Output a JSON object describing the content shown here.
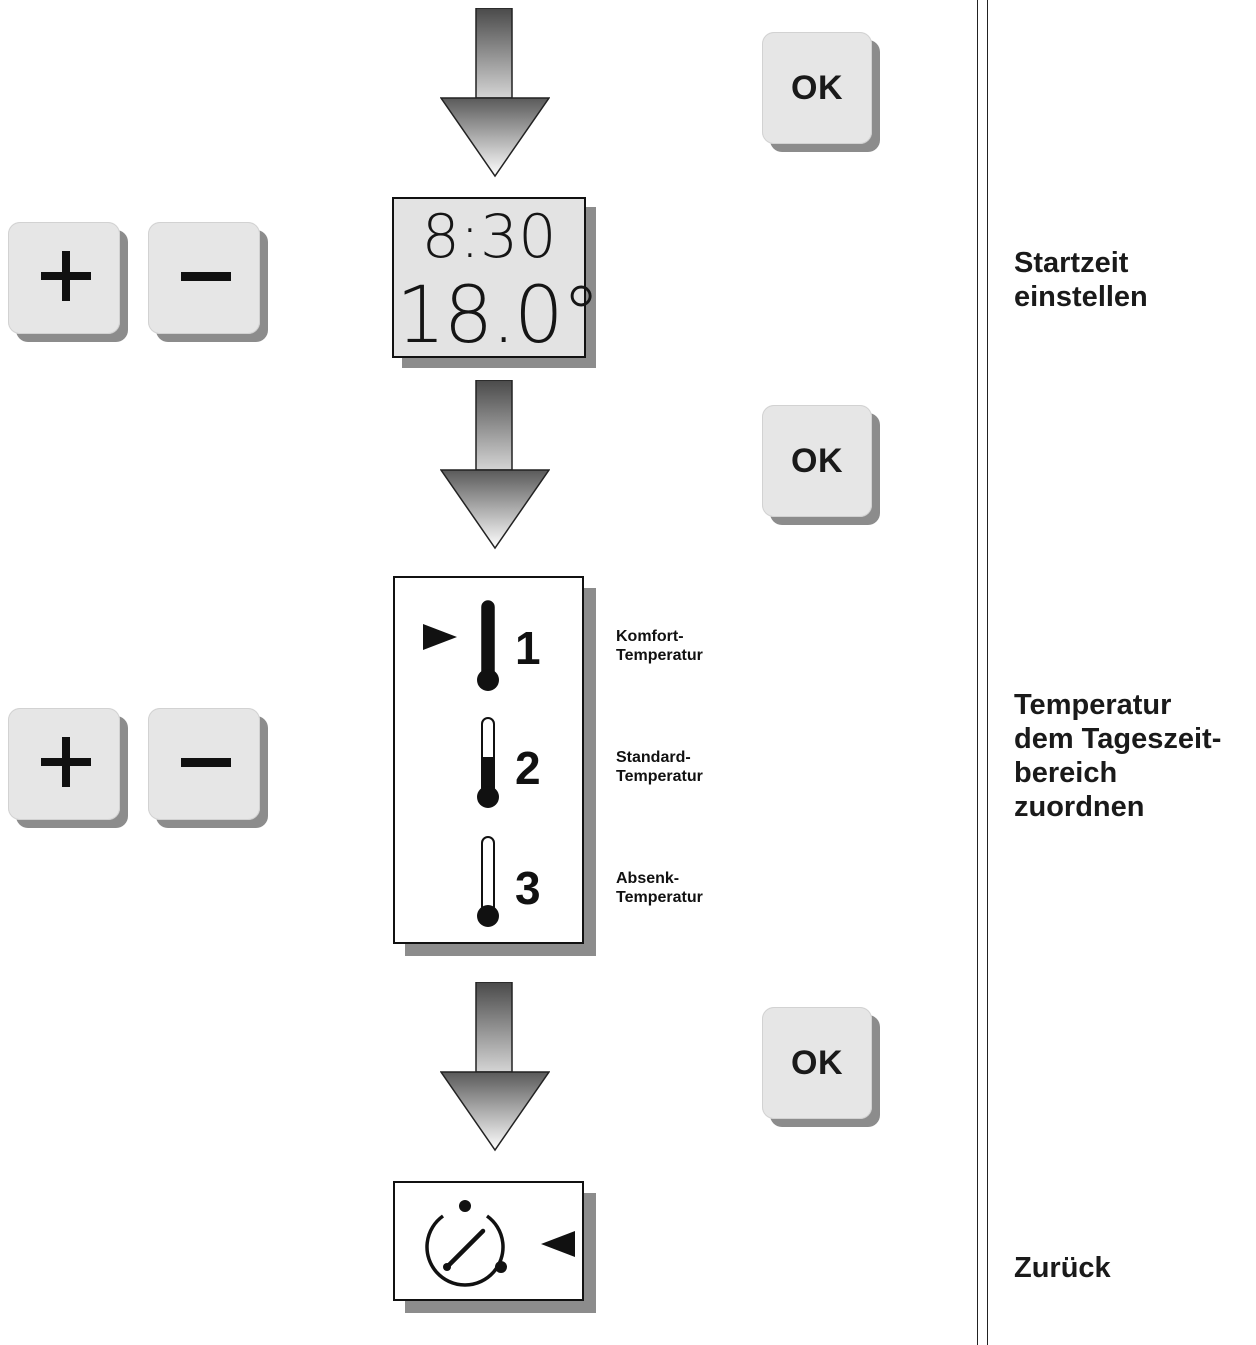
{
  "buttons": {
    "ok_label": "OK"
  },
  "display_time": {
    "time": "8:30",
    "temperature": "18.0°"
  },
  "temperature_modes": [
    {
      "number": "1",
      "label_line1": "Komfort-",
      "label_line2": "Temperatur",
      "selected": true,
      "fill": "full"
    },
    {
      "number": "2",
      "label_line1": "Standard-",
      "label_line2": "Temperatur",
      "selected": false,
      "fill": "half"
    },
    {
      "number": "3",
      "label_line1": "Absenk-",
      "label_line2": "Temperatur",
      "selected": false,
      "fill": "empty"
    }
  ],
  "steps": {
    "start_time": [
      "Startzeit",
      "einstellen"
    ],
    "assign_temperature": [
      "Temperatur",
      "dem Tageszeit-",
      "bereich",
      "zuordnen"
    ],
    "back": [
      "Zurück"
    ]
  },
  "icons": {
    "flow_arrow": "down-arrow-icon",
    "plus": "plus-icon",
    "minus": "minus-icon",
    "pointer": "triangle-pointer-icon",
    "thermometer": "thermometer-icon",
    "back": "clock-dial-back-icon"
  },
  "colors": {
    "lcd_background": "#e3e3e3",
    "key_face": "#e6e6e6",
    "shadow": "#8c8c8c",
    "ink": "#111111"
  }
}
